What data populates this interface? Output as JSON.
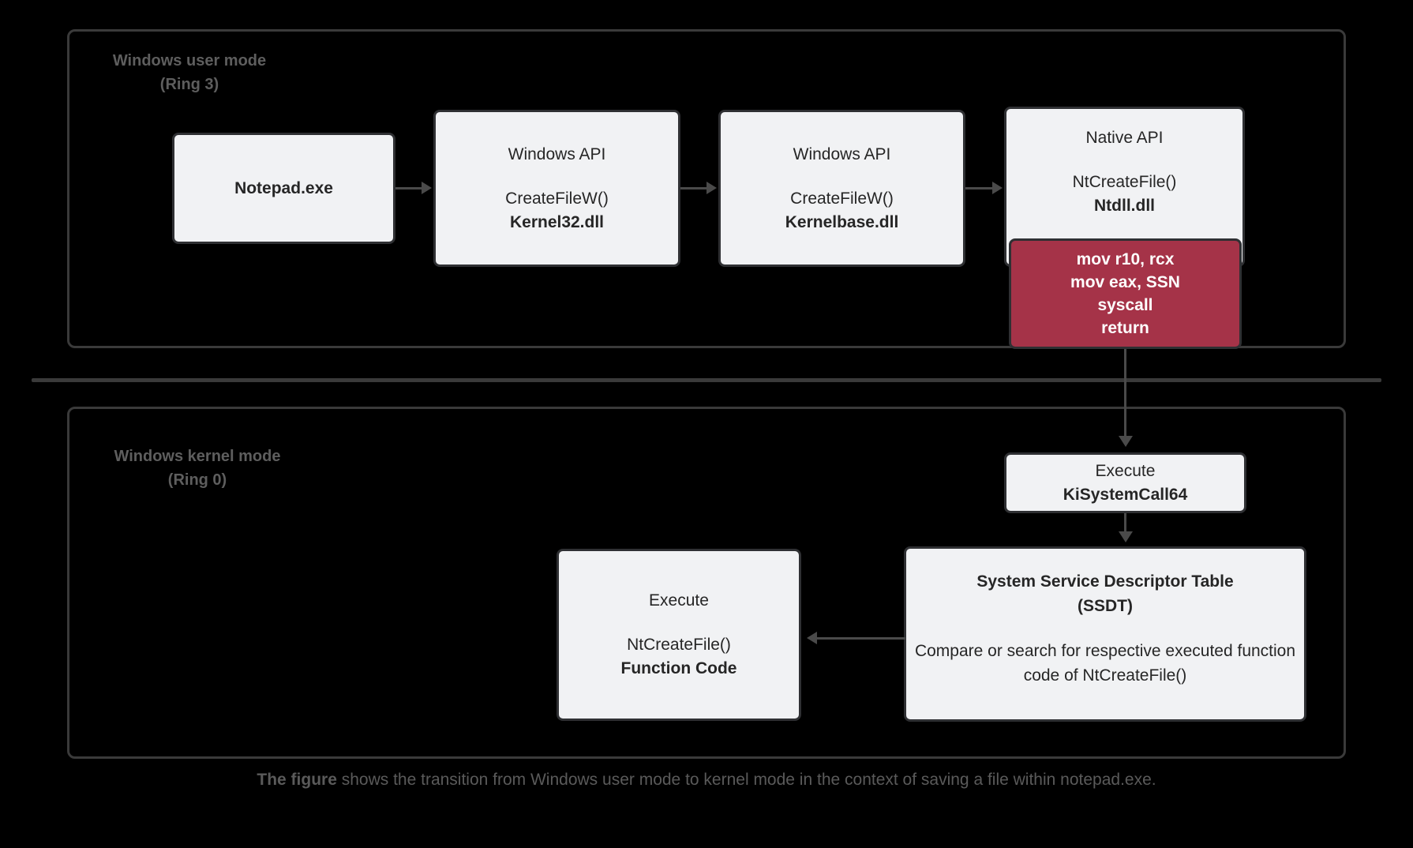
{
  "figure": {
    "title_caption_strong": "The figure",
    "title_caption_rest": " shows the transition from Windows user mode to kernel mode in the context of saving a file within notepad.exe.",
    "colors": {
      "background": "#000000",
      "node_fill": "#F1F2F4",
      "node_border": "#2f3033",
      "region_border": "#3a3a3a",
      "region_label": "#5e5e5e",
      "syscall_fill": "#A53348",
      "syscall_text": "#ffffff",
      "connector": "#4a4a4a",
      "caption_text": "#5a5a5a"
    }
  },
  "regions": {
    "user_mode": {
      "label": "Windows user mode\n(Ring 3)"
    },
    "kernel_mode": {
      "label": "Windows kernel mode\n(Ring 0)"
    }
  },
  "nodes": {
    "notepad": {
      "title": "Notepad.exe"
    },
    "kernel32": {
      "heading": "Windows API",
      "function": "CreateFileW()",
      "module": "Kernel32.dll"
    },
    "kernelbase": {
      "heading": "Windows API",
      "function": "CreateFileW()",
      "module": "Kernelbase.dll"
    },
    "ntdll": {
      "heading": "Native API",
      "function": "NtCreateFile()",
      "module": "Ntdll.dll"
    },
    "syscall_stub": {
      "line1": "mov r10, rcx",
      "line2": "mov eax, SSN",
      "line3": "syscall",
      "line4": "return"
    },
    "kisystemcall64": {
      "action": "Execute",
      "target": "KiSystemCall64"
    },
    "ssdt": {
      "title_line1": "System Service Descriptor Table",
      "title_line2": "(SSDT)",
      "description": "Compare or search for respective executed function code of NtCreateFile()"
    },
    "function_code": {
      "action": "Execute",
      "function": "NtCreateFile()",
      "label": "Function Code"
    }
  }
}
